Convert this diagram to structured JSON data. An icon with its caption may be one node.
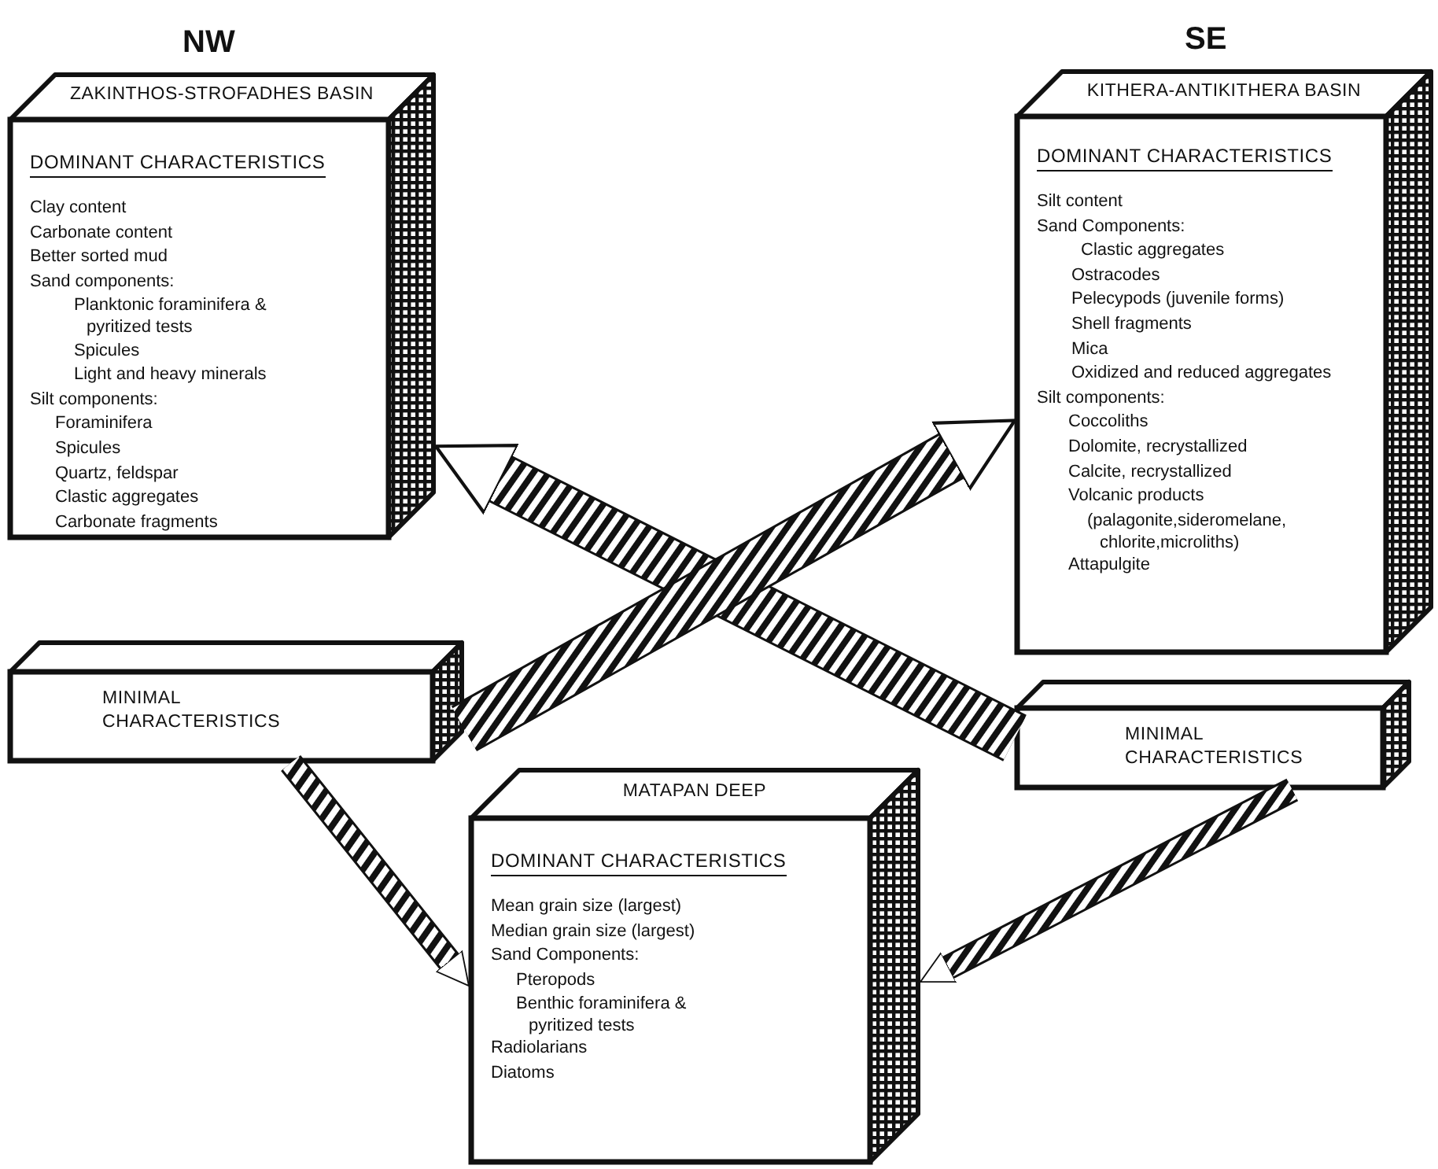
{
  "diagram": {
    "nodes": [
      {
        "text": [
          "ZAKINTHOS-STROFADHES BASIN",
          "DOMINANT CHARACTERISTICS",
          "Clay content",
          "Carbonate content",
          "Better sorted mud",
          "Sand components:",
          "Planktonic foraminifera & pyritized tests",
          "Spicules",
          "Light and heavy minerals",
          "Silt components:",
          "Foraminifera",
          "Spicules",
          "Quartz, feldspar",
          "Clastic aggregates",
          "Carbonate fragments"
        ],
        "beside": [
          "NW"
        ]
      },
      {
        "text": [
          "KITHERA-ANTIKITHERA BASIN",
          "DOMINANT CHARACTERISTICS",
          "Silt content",
          "Sand Components:",
          "Clastic aggregates",
          "Ostracodes",
          "Pelecypods (juvenile forms)",
          "Shell fragments",
          "Mica",
          "Oxidized and reduced aggregates",
          "Silt components:",
          "Coccoliths",
          "Dolomite, recrystallized",
          "Calcite, recrystallized",
          "Volcanic products",
          "(palagonite,sideromelane, chlorite,microliths)",
          "Attapulgite"
        ],
        "beside": [
          "SE"
        ]
      },
      {
        "text": [
          "MINIMAL CHARACTERISTICS"
        ]
      },
      {
        "text": [
          "MINIMAL CHARACTERISTICS"
        ]
      },
      {
        "text": [
          "MATAPAN DEEP",
          "DOMINANT CHARACTERISTICS",
          "Mean grain size (largest)",
          "Median grain size (largest)",
          "Sand Components:",
          "Pteropods",
          "Benthic foraminifera & pyritized tests",
          "Radiolarians",
          "Diatoms"
        ]
      }
    ],
    "edges": [
      {
        "from": 3,
        "to": 0,
        "arrow": "to"
      },
      {
        "from": 2,
        "to": 1,
        "arrow": "to"
      },
      {
        "from": 2,
        "to": 4,
        "arrow": "to"
      },
      {
        "from": 3,
        "to": 4,
        "arrow": "to"
      }
    ]
  }
}
